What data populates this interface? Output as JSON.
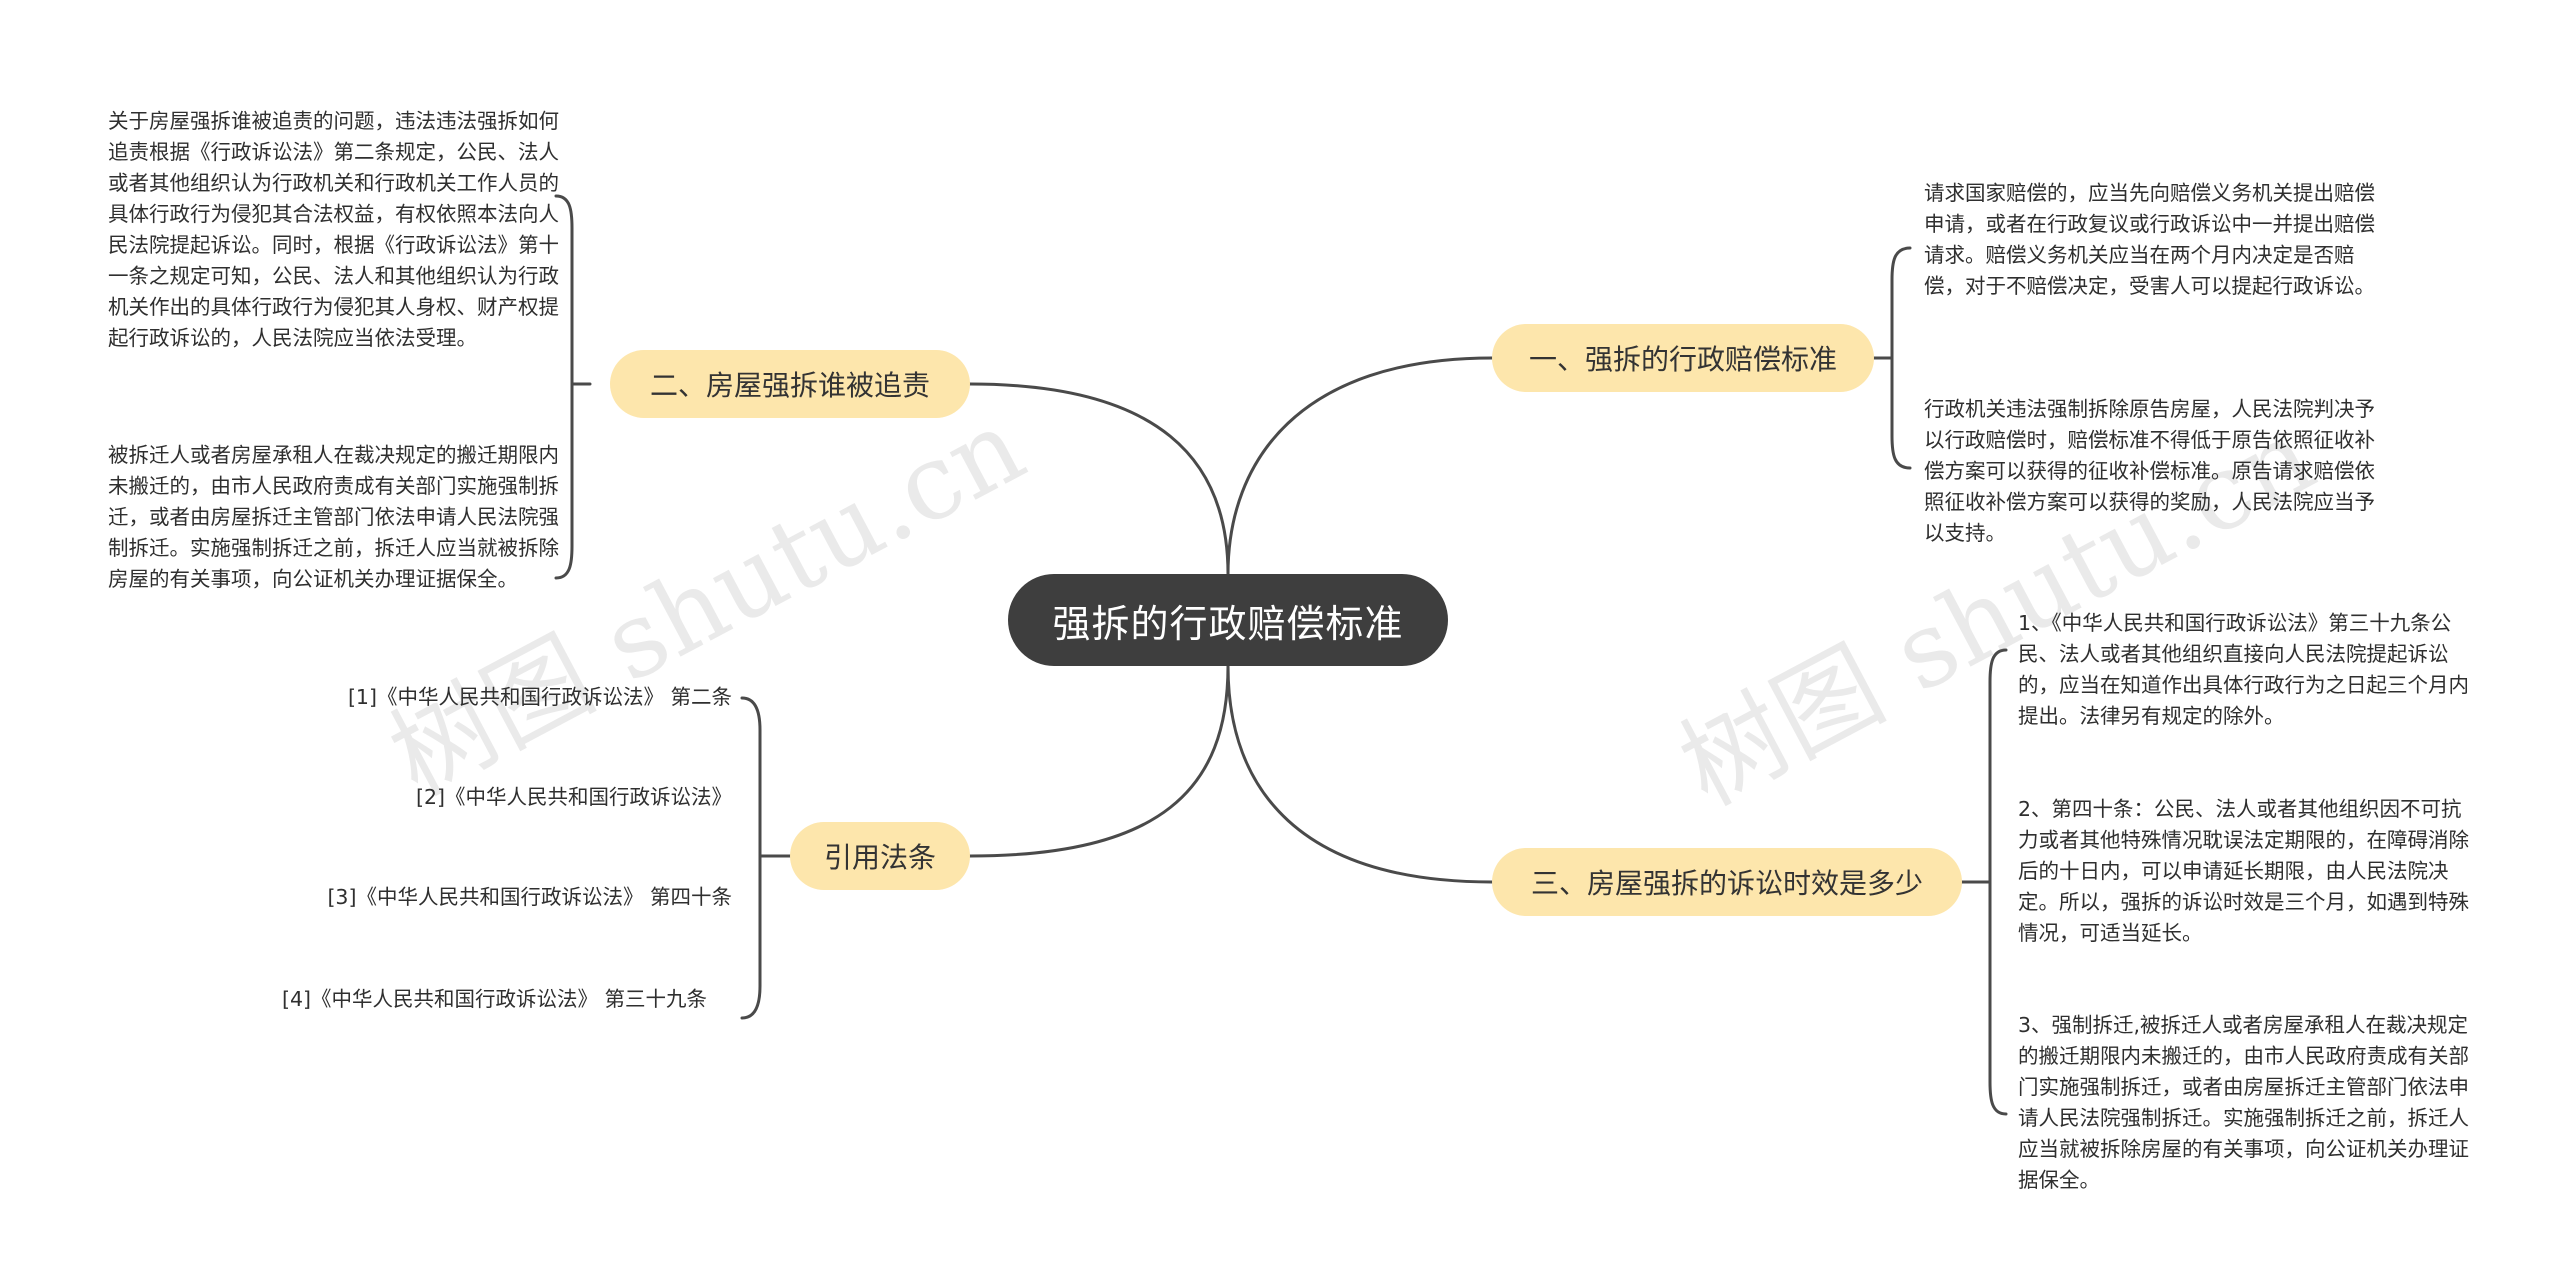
{
  "central": {
    "label": "强拆的行政赔偿标准"
  },
  "branches": [
    {
      "id": "b1",
      "label": "一、强拆的行政赔偿标准",
      "leaves": [
        "请求国家赔偿的，应当先向赔偿义务机关提出赔偿申请，或者在行政复议或行政诉讼中一并提出赔偿请求。赔偿义务机关应当在两个月内决定是否赔偿，对于不赔偿决定，受害人可以提起行政诉讼。",
        "行政机关违法强制拆除原告房屋，人民法院判决予以行政赔偿时，赔偿标准不得低于原告依照征收补偿方案可以获得的征收补偿标准。原告请求赔偿依照征收补偿方案可以获得的奖励，人民法院应当予以支持。"
      ]
    },
    {
      "id": "b2",
      "label": "二、房屋强拆谁被追责",
      "leaves": [
        "关于房屋强拆谁被追责的问题，违法违法强拆如何追责根据《行政诉讼法》第二条规定，公民、法人或者其他组织认为行政机关和行政机关工作人员的具体行政行为侵犯其合法权益，有权依照本法向人民法院提起诉讼。同时，根据《行政诉讼法》第十一条之规定可知，公民、法人和其他组织认为行政机关作出的具体行政行为侵犯其人身权、财产权提起行政诉讼的，人民法院应当依法受理。",
        "被拆迁人或者房屋承租人在裁决规定的搬迁期限内未搬迁的，由市人民政府责成有关部门实施强制拆迁，或者由房屋拆迁主管部门依法申请人民法院强制拆迁。实施强制拆迁之前，拆迁人应当就被拆除房屋的有关事项，向公证机关办理证据保全。"
      ]
    },
    {
      "id": "b3",
      "label": "三、房屋强拆的诉讼时效是多少",
      "leaves": [
        "1、《中华人民共和国行政诉讼法》第三十九条公民、法人或者其他组织直接向人民法院提起诉讼的，应当在知道作出具体行政行为之日起三个月内提出。法律另有规定的除外。",
        "2、第四十条：公民、法人或者其他组织因不可抗力或者其他特殊情况耽误法定期限的，在障碍消除后的十日内，可以申请延长期限，由人民法院决定。所以，强拆的诉讼时效是三个月，如遇到特殊情况，可适当延长。",
        "3、强制拆迁,被拆迁人或者房屋承租人在裁决规定的搬迁期限内未搬迁的，由市人民政府责成有关部门实施强制拆迁，或者由房屋拆迁主管部门依法申请人民法院强制拆迁。实施强制拆迁之前，拆迁人应当就被拆除房屋的有关事项，向公证机关办理证据保全。"
      ]
    },
    {
      "id": "b4",
      "label": "引用法条",
      "leaves": [
        "[1]《中华人民共和国行政诉讼法》 第二条",
        "[2]《中华人民共和国行政诉讼法》",
        "[3]《中华人民共和国行政诉讼法》 第四十条",
        "[4]《中华人民共和国行政诉讼法》 第三十九条"
      ]
    }
  ],
  "watermarks": [
    "树图 shutu.cn",
    "树图 shutu.cn"
  ],
  "colors": {
    "central_bg": "#3e3e3e",
    "central_text": "#ffffff",
    "branch_bg": "#fde6ac",
    "line": "#4a4a4a",
    "leaf_text": "#2f2f2f"
  }
}
